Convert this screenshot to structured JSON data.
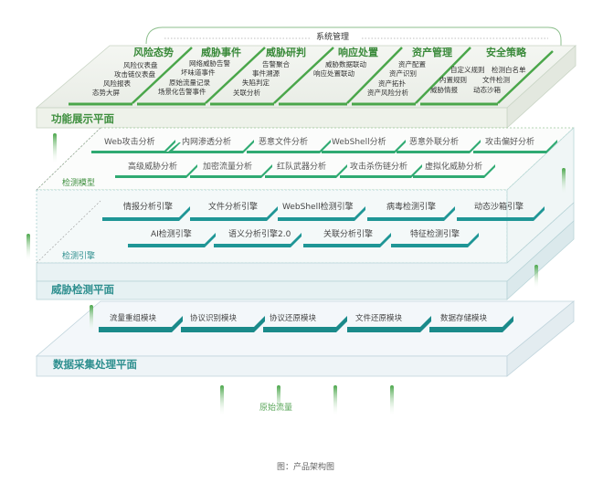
{
  "system_management": "系统管理",
  "function_plane": {
    "label": "功能展示平面",
    "categories": [
      {
        "title": "风险态势",
        "items": [
          "风险仪表盘",
          "攻击链仪表盘",
          "风险报表",
          "态势大屏"
        ]
      },
      {
        "title": "威胁事件",
        "items": [
          "网络威胁告警",
          "坏味道事件",
          "原始流量记录",
          "场景化告警事件"
        ]
      },
      {
        "title": "威胁研判",
        "items": [
          "告警聚合",
          "事件溯源",
          "失陷判定",
          "关联分析"
        ]
      },
      {
        "title": "响应处置",
        "items": [
          "威胁数据联动",
          "响应处置联动"
        ]
      },
      {
        "title": "资产管理",
        "items": [
          "资产配置",
          "资产识别",
          "资产拓扑",
          "资产风险分析"
        ]
      },
      {
        "title": "安全策略",
        "items": [
          "自定义规则",
          "检测白名单",
          "内置规则",
          "文件检测",
          "威胁情报",
          "动态沙箱"
        ]
      }
    ]
  },
  "threat_plane": {
    "label": "威胁检测平面",
    "model_label": "检测模型",
    "engine_label": "检测引擎",
    "models_row1": [
      "Web攻击分析",
      "内网渗透分析",
      "恶意文件分析",
      "WebShell分析",
      "恶意外联分析",
      "攻击偏好分析"
    ],
    "models_row2": [
      "高级威胁分析",
      "加密流量分析",
      "红队武器分析",
      "攻击杀伤链分析",
      "虚拟化威胁分析"
    ],
    "engines_row1": [
      "情报分析引擎",
      "文件分析引擎",
      "WebShell检测引擎",
      "病毒检测引擎",
      "动态沙箱引擎"
    ],
    "engines_row2": [
      "AI检测引擎",
      "语义分析引擎2.0",
      "关联分析引擎",
      "特征检测引擎"
    ]
  },
  "data_plane": {
    "label": "数据采集处理平面",
    "modules": [
      "流量重组模块",
      "协议识别模块",
      "协议还原模块",
      "文件还原模块",
      "数据存储模块"
    ]
  },
  "raw_traffic": "原始流量",
  "caption": "图：产品架构图",
  "colors": {
    "green_accent": "#3e9a3e",
    "teal_accent": "#1f9696",
    "model_bar": "#2faa72"
  }
}
